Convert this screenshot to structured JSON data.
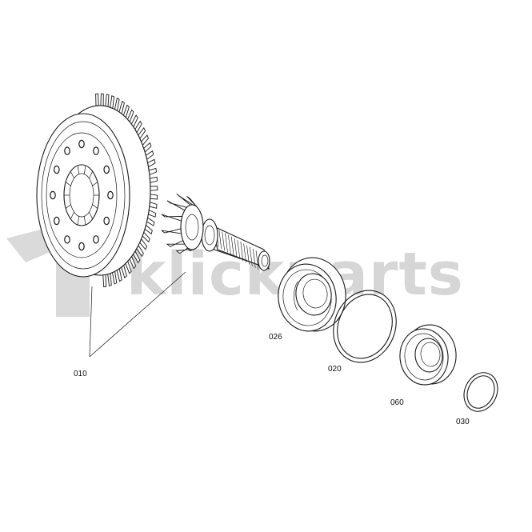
{
  "watermark": {
    "text": "klickparts",
    "color": "#d6d6d6"
  },
  "parts": [
    {
      "number": "010",
      "name": "crown-wheel-and-pinion"
    },
    {
      "number": "026",
      "name": "bearing-large"
    },
    {
      "number": "020",
      "name": "ring"
    },
    {
      "number": "060",
      "name": "bearing-small"
    },
    {
      "number": "030",
      "name": "snap-ring"
    }
  ],
  "colors": {
    "line": "#1a1a1a",
    "background": "#ffffff"
  }
}
